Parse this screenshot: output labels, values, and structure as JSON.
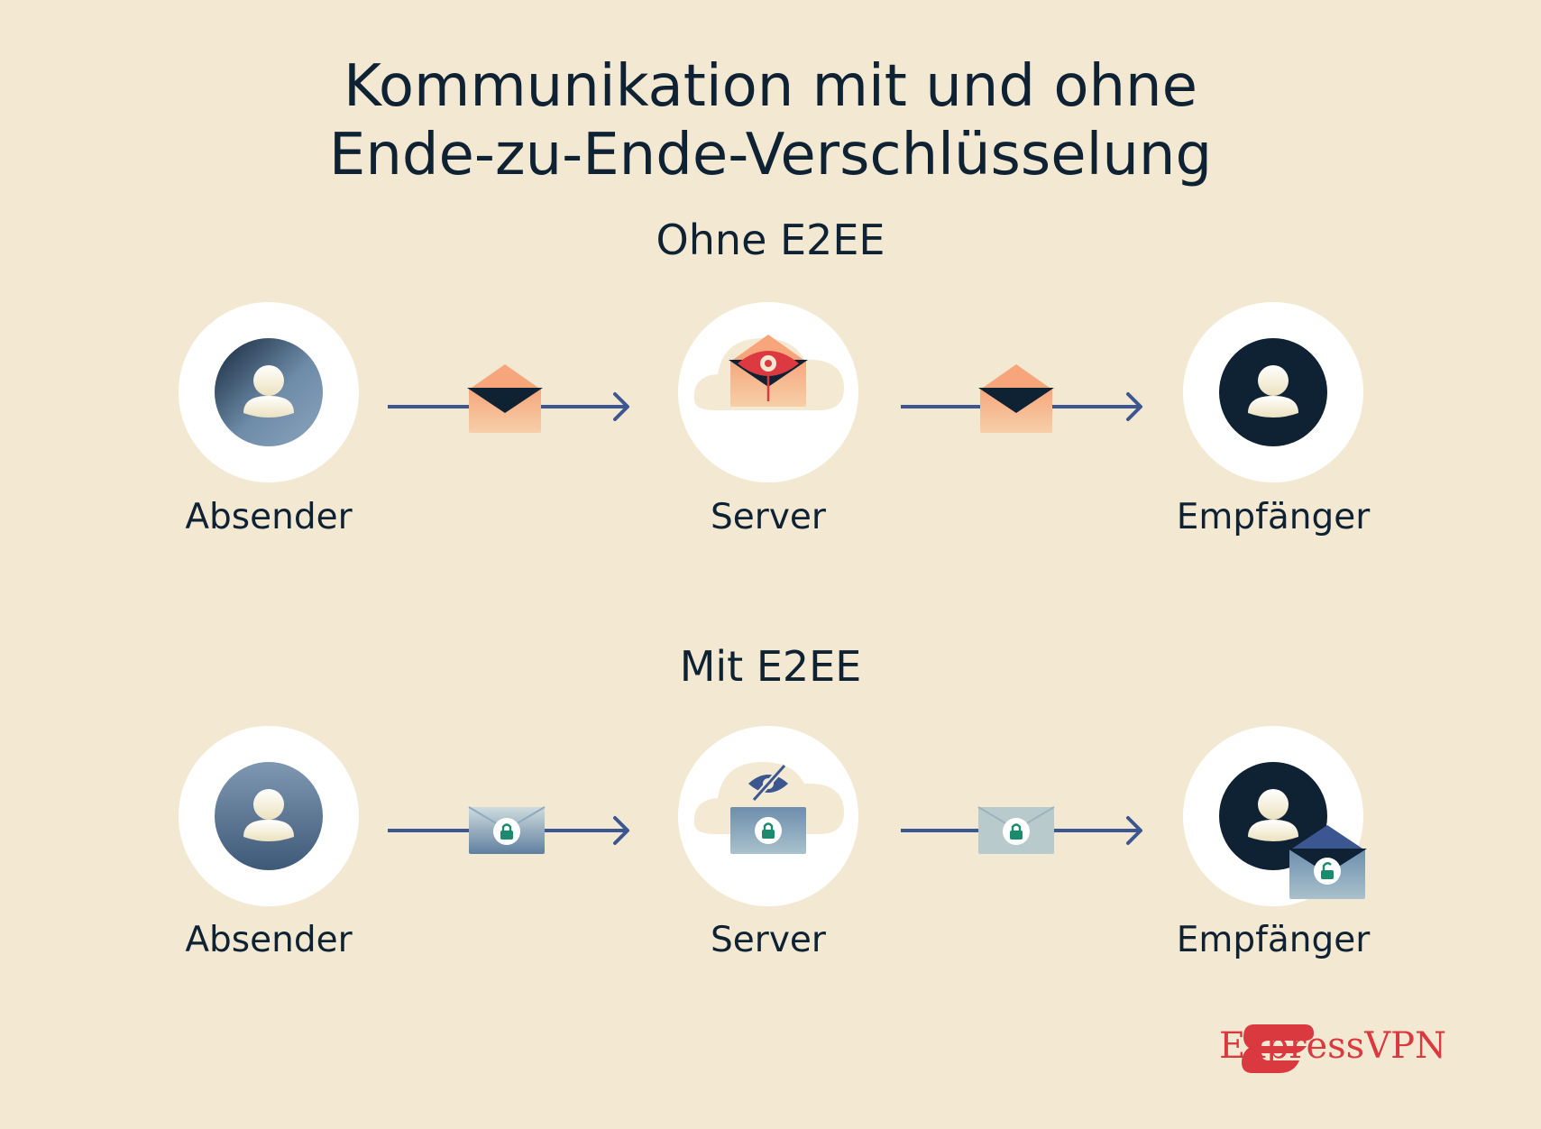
{
  "title": {
    "line1": "Kommunikation mit und ohne",
    "line2": "Ende-zu-Ende-Verschlüsselung"
  },
  "sections": [
    {
      "heading": "Ohne E2EE",
      "nodes": [
        {
          "label": "Absender",
          "icon": "user-icon"
        },
        {
          "label": "Server",
          "icon": "cloud-server-icon"
        },
        {
          "label": "Empfänger",
          "icon": "user-icon"
        }
      ],
      "message_icon": "open-envelope-icon",
      "server_badge": "eye-icon"
    },
    {
      "heading": "Mit E2EE",
      "nodes": [
        {
          "label": "Absender",
          "icon": "user-icon"
        },
        {
          "label": "Server",
          "icon": "cloud-server-icon"
        },
        {
          "label": "Empfänger",
          "icon": "user-icon"
        }
      ],
      "message_icon": "locked-envelope-icon",
      "server_badge": "eye-slash-icon"
    }
  ],
  "brand": {
    "name": "ExpressVPN",
    "color": "#da3940"
  },
  "colors": {
    "background": "#f3e9d2",
    "text": "#0f2233",
    "arrow": "#3c5691",
    "envelope_open": "#f0a27c",
    "envelope_locked": "#8fa9c0",
    "lock": "#1c8a6c",
    "eye_alert": "#dc3a40"
  }
}
